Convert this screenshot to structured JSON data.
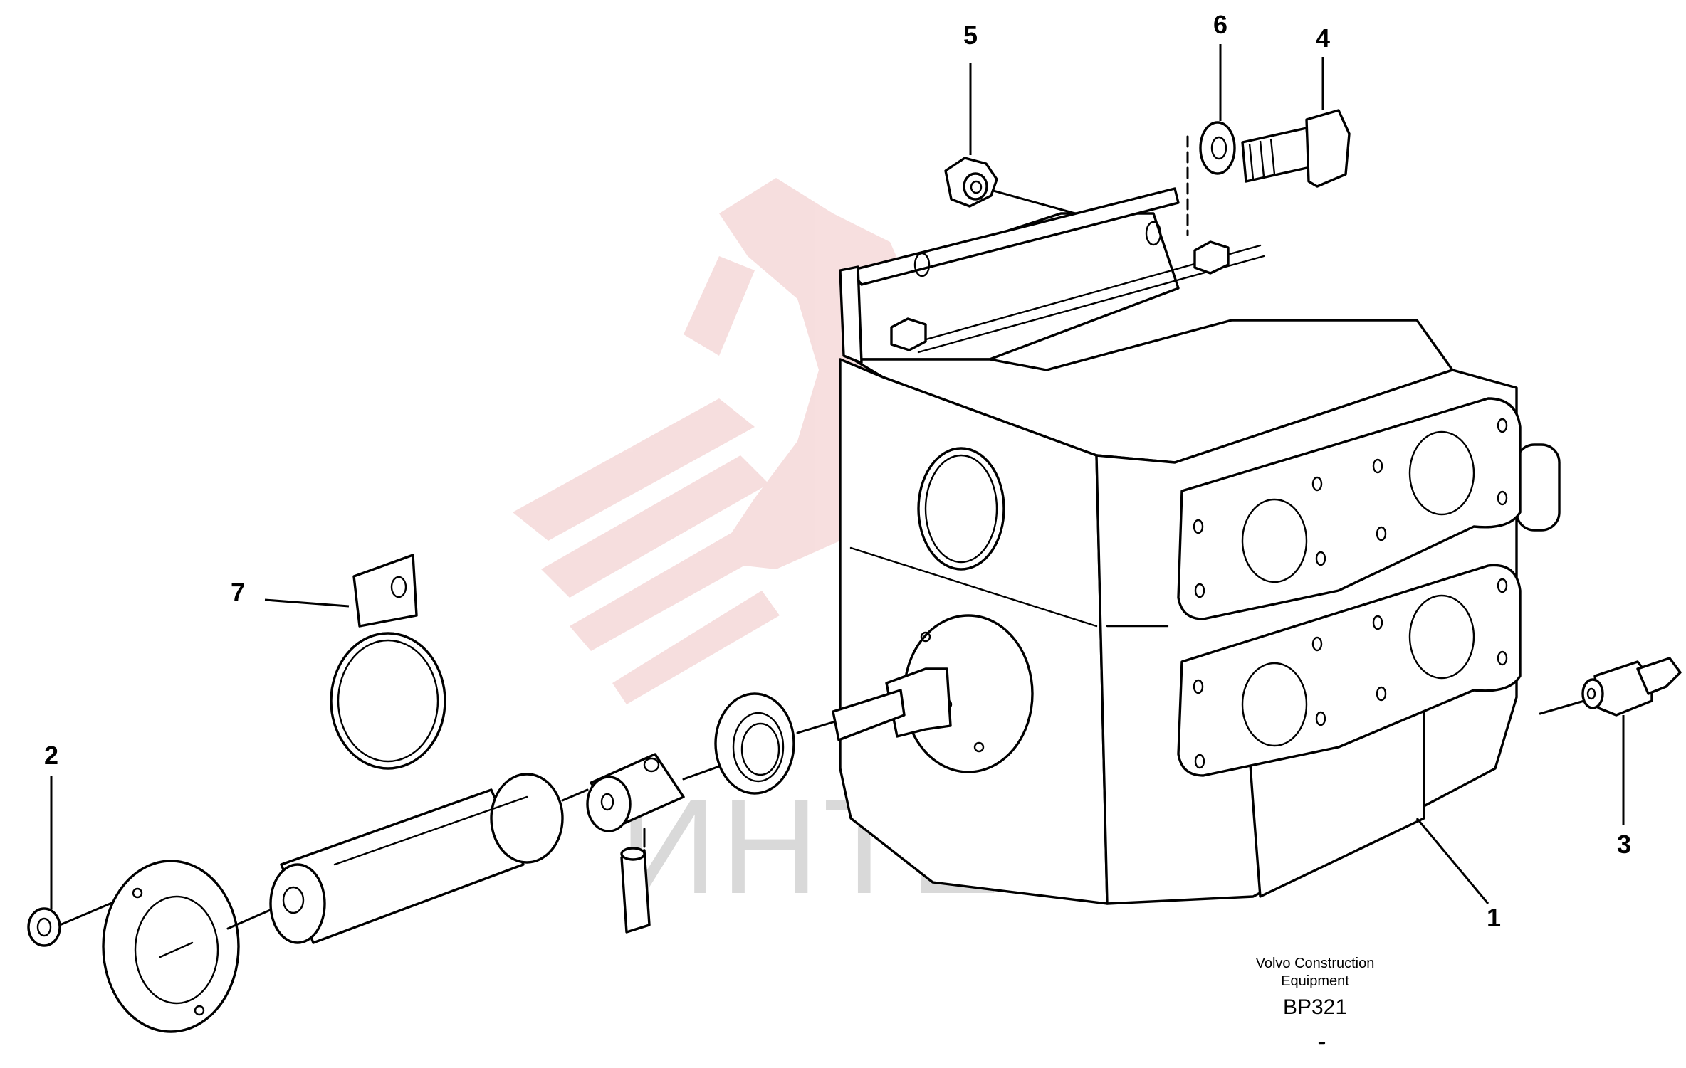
{
  "diagram": {
    "callouts": [
      "1",
      "2",
      "3",
      "4",
      "5",
      "6",
      "7"
    ],
    "caption": {
      "line1": "Volvo Construction",
      "line2": "Equipment",
      "code": "BP321"
    },
    "watermark": {
      "text": "ИНТЕХ",
      "color": "#f0c4c4"
    }
  }
}
